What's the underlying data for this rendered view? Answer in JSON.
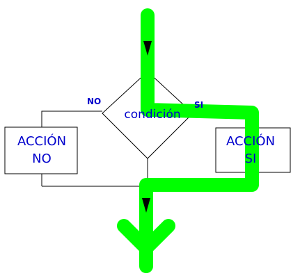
{
  "diagram": {
    "condition": "condición",
    "no_label": "NO",
    "si_label": "SI",
    "action_no_line1": "ACCIÓN",
    "action_no_line2": "NO",
    "action_si_line1": "ACCIÓN",
    "action_si_line2": "SI"
  },
  "colors": {
    "highlight": "#00ff00",
    "text": "#0000cc",
    "stroke": "#000000",
    "background": "#ffffff"
  }
}
